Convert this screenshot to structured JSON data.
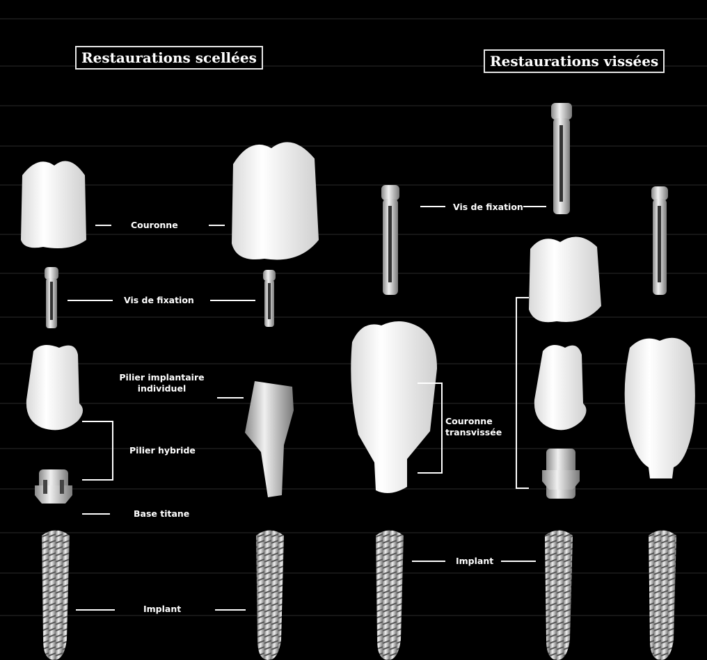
{
  "headings": {
    "sealed": "Restaurations scellées",
    "screwed": "Restaurations vissées"
  },
  "labels": {
    "couronne": "Couronne",
    "vis_fixation_left": "Vis de fixation",
    "pilier_individuel": "Pilier implantaire individuel",
    "pilier_individuel_line1": "Pilier implantaire",
    "pilier_individuel_line2": "individuel",
    "pilier_hybride": "Pilier hybride",
    "base_titane": "Base titane",
    "implant_left": "Implant",
    "vis_fixation_right": "Vis de fixation",
    "couronne_transvissee_line1": "Couronne",
    "couronne_transvissee_line2": "transvissée",
    "implant_right": "Implant"
  },
  "colors": {
    "background": "#000000",
    "component": "#f2f2f2",
    "line": "#ffffff"
  }
}
